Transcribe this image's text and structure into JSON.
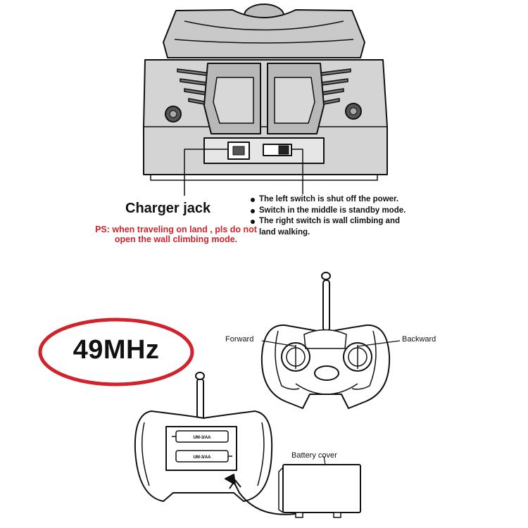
{
  "charger": {
    "jack_label": "Charger jack",
    "ps_note": "PS: when traveling on land , pls do not open the wall climbing mode."
  },
  "switch_notes": {
    "item1": "The left switch is shut off the power.",
    "item2": "Switch in the middle is standby mode.",
    "item3_line1": "The right switch is wall climbing and",
    "item3_line2": "land walking."
  },
  "remote": {
    "frequency": "49MHz",
    "forward_label": "Forward",
    "backward_label": "Backward",
    "battery_cover_label": "Battery cover",
    "cell_label_top": "UM-3/AA",
    "cell_label_bottom": "UM-3/AA"
  },
  "colors": {
    "accent_red": "#d0232b",
    "line": "#111111",
    "device_gray": "#cfcfcf",
    "device_dark": "#9a9a9a"
  }
}
